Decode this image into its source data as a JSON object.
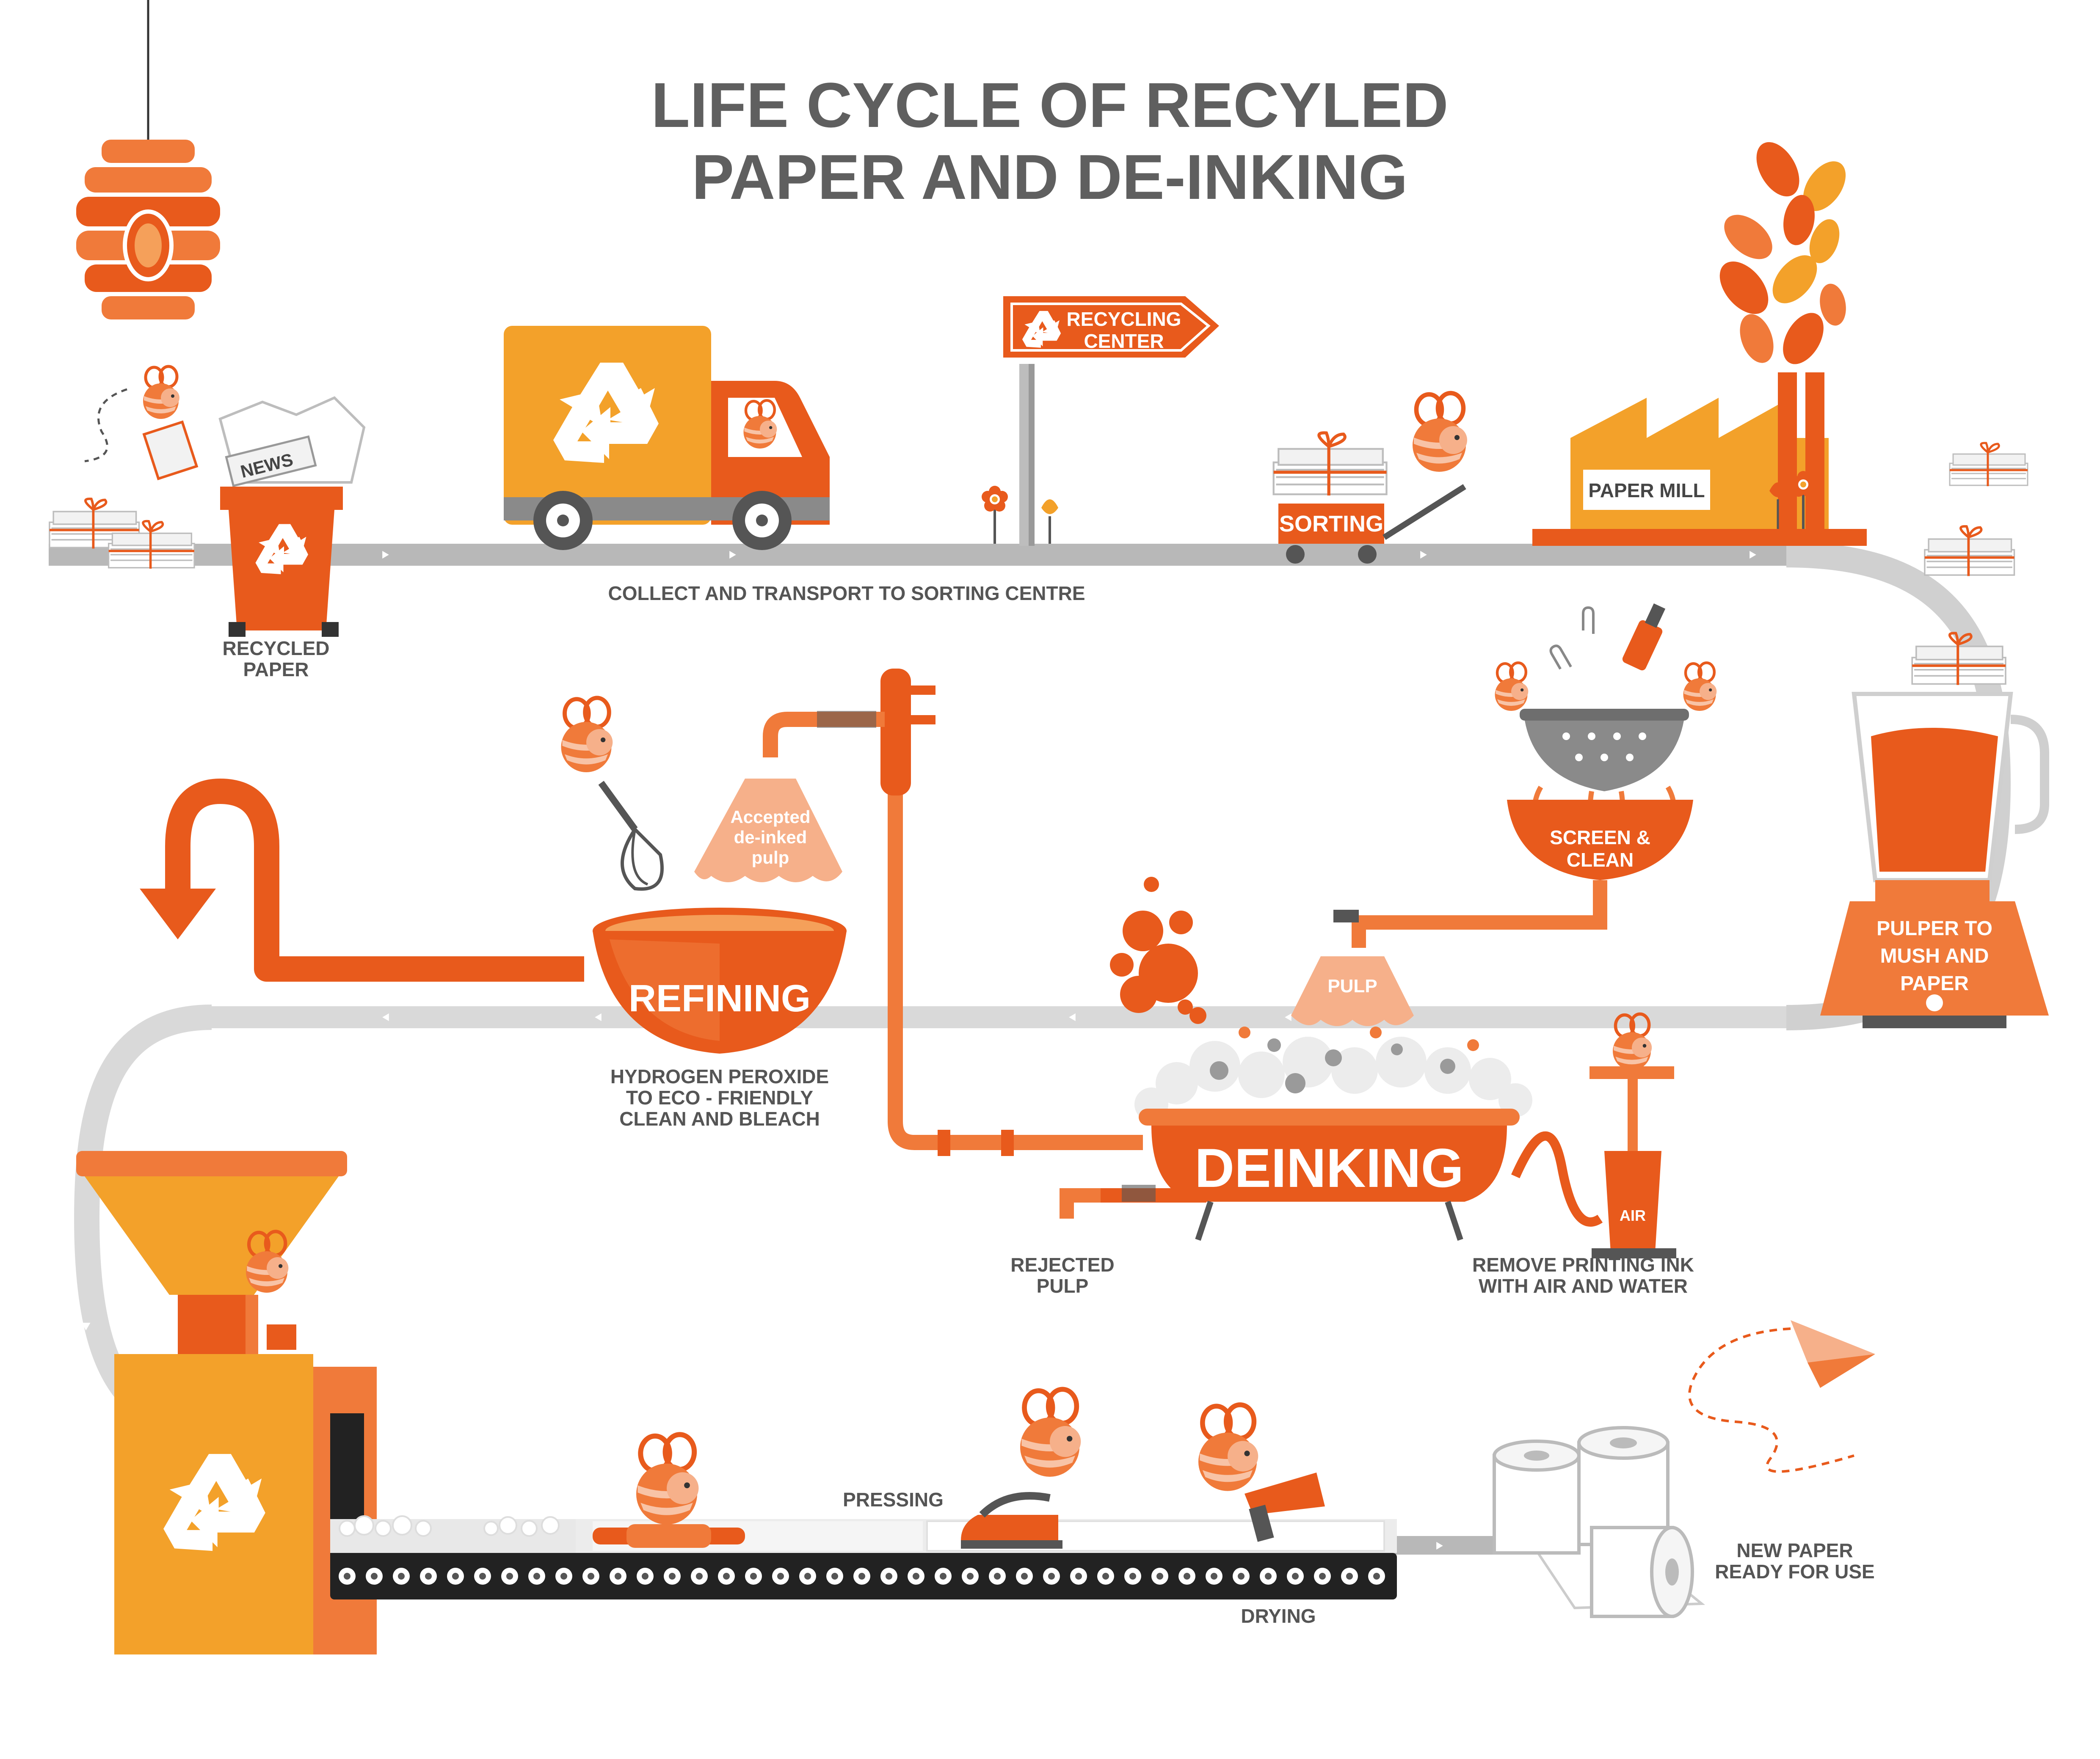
{
  "title": {
    "line1": "LIFE CYCLE OF RECYLED",
    "line2": "PAPER AND DE-INKING"
  },
  "colors": {
    "orange_dark": "#e85a1c",
    "orange_mid": "#f07a3a",
    "orange_light": "#f5a05a",
    "amber": "#f3a12a",
    "peach": "#f6b08a",
    "grey_track": "#b8b8b8",
    "grey_text": "#5f5f5f",
    "dark": "#333333"
  },
  "labels": {
    "recycled_paper_1": "RECYCLED",
    "recycled_paper_2": "PAPER",
    "news": "NEWS",
    "collect": "COLLECT AND TRANSPORT TO SORTING CENTRE",
    "recycling_center_1": "RECYCLING",
    "recycling_center_2": "CENTER",
    "sorting": "SORTING",
    "paper_mill": "PAPER MILL",
    "pulper_1": "PULPER TO",
    "pulper_2": "MUSH AND",
    "pulper_3": "PAPER",
    "screen_1": "SCREEN &",
    "screen_2": "CLEAN",
    "pulp": "PULP",
    "deinking": "DEINKING",
    "air": "AIR",
    "remove_ink_1": "REMOVE PRINTING INK",
    "remove_ink_2": "WITH AIR AND WATER",
    "rejected_1": "REJECTED",
    "rejected_2": "PULP",
    "refining": "REFINING",
    "hydrogen_1": "HYDROGEN PEROXIDE",
    "hydrogen_2": "TO ECO - FRIENDLY",
    "hydrogen_3": "CLEAN AND BLEACH",
    "accepted_1": "Accepted",
    "accepted_2": "de-inked",
    "accepted_3": "pulp",
    "pressing": "PRESSING",
    "drying": "DRYING",
    "new_paper_1": "NEW PAPER",
    "new_paper_2": "READY FOR USE"
  },
  "icons": [
    "lantern-icon",
    "bee-icon",
    "newspaper-icon",
    "recycling-bin-icon",
    "truck-icon",
    "recycle-symbol-icon",
    "signpost-icon",
    "flower-icon",
    "cart-icon",
    "factory-icon",
    "leaves-icon",
    "blender-icon",
    "colander-icon",
    "bowl-icon",
    "bathtub-icon",
    "air-pump-icon",
    "faucet-icon",
    "whisk-icon",
    "u-turn-arrow-icon",
    "hopper-machine-icon",
    "conveyor-belt-icon",
    "rolling-pin-icon",
    "iron-icon",
    "hair-dryer-icon",
    "toilet-paper-icon",
    "paper-plane-icon",
    "bubbles-icon",
    "paperclip-icon",
    "glue-icon"
  ]
}
